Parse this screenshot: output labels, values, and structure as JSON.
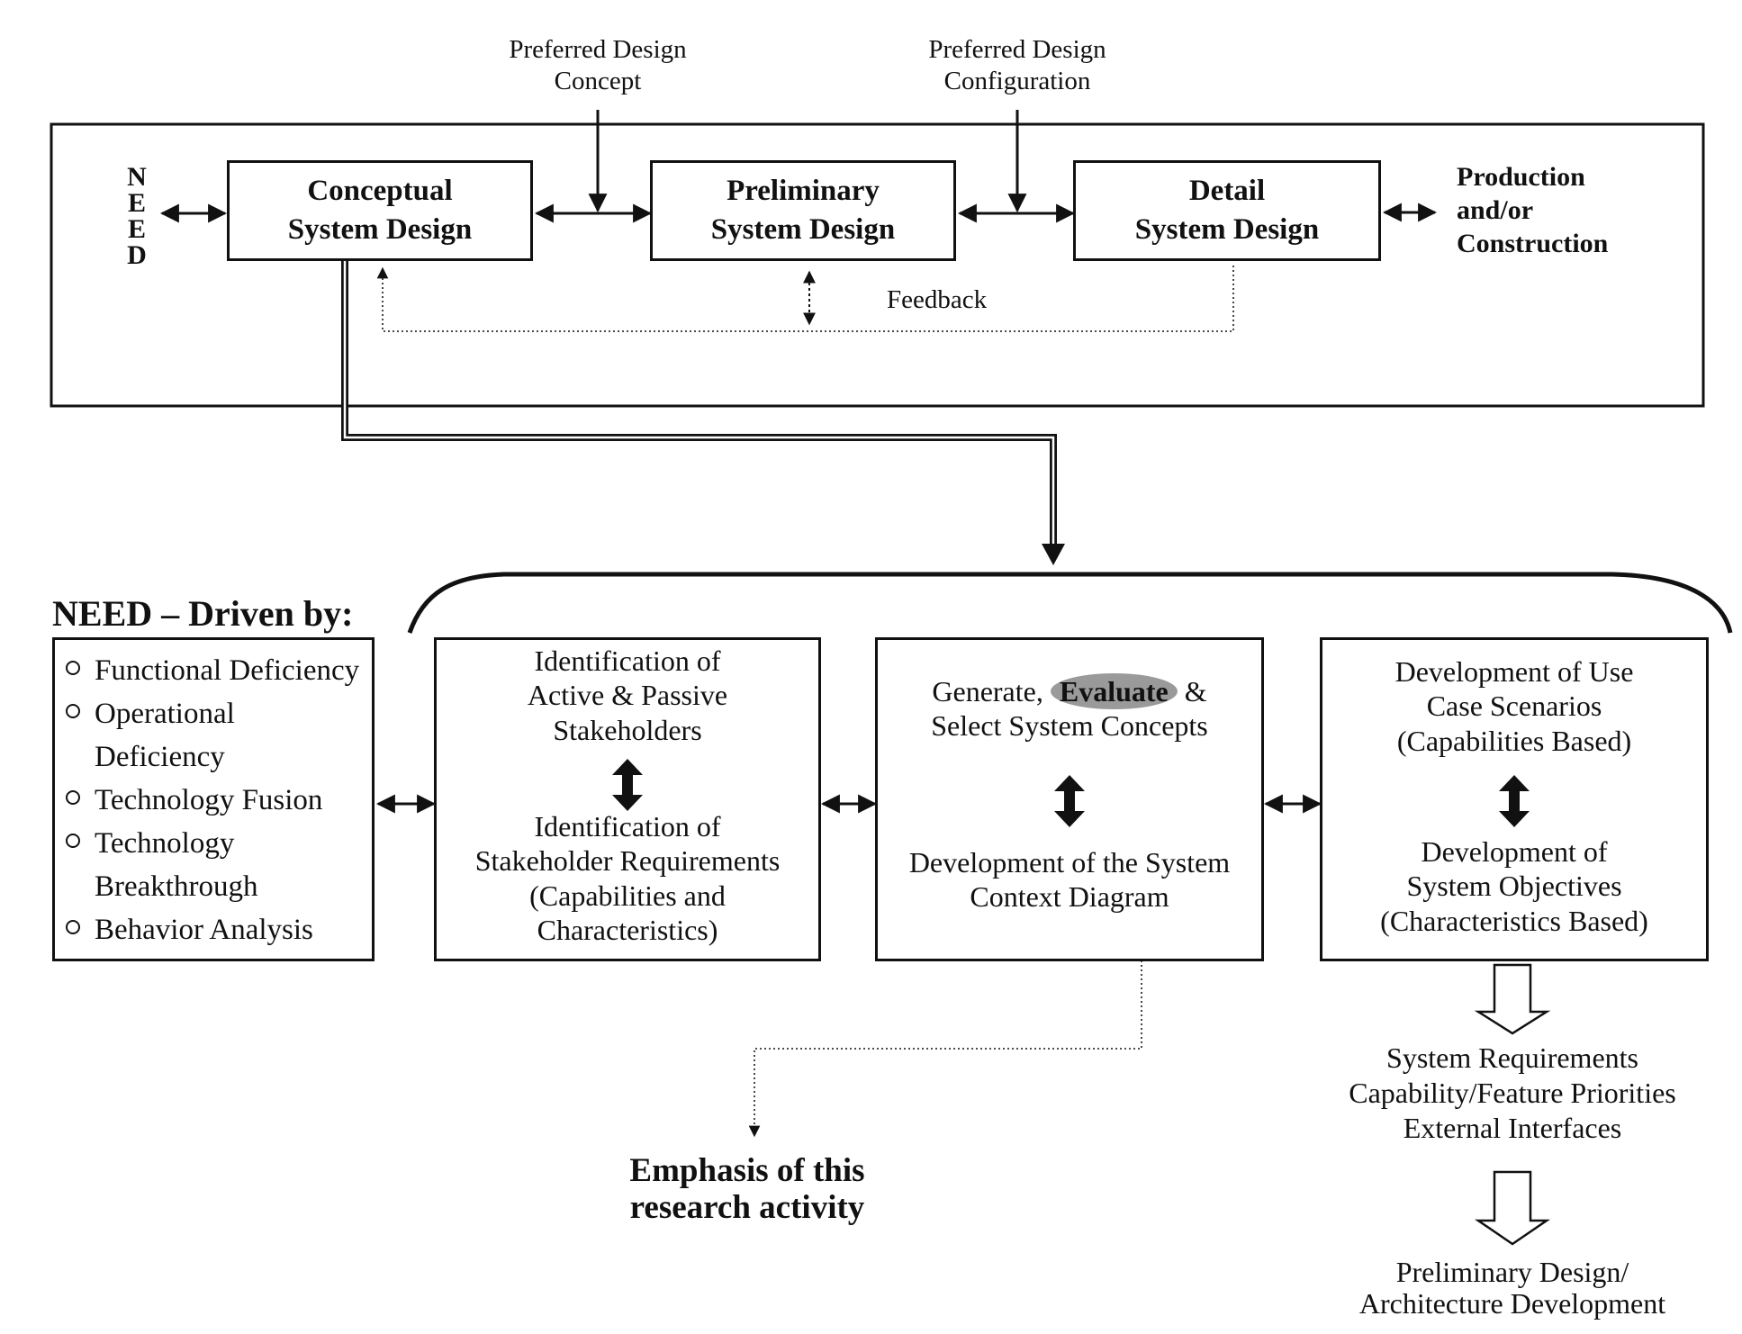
{
  "top_labels": {
    "preferred_concept": [
      "Preferred Design",
      "Concept"
    ],
    "preferred_configuration": [
      "Preferred Design",
      "Configuration"
    ]
  },
  "need_vertical": [
    "N",
    "E",
    "E",
    "D"
  ],
  "phases": {
    "conceptual": [
      "Conceptual",
      "System Design"
    ],
    "preliminary": [
      "Preliminary",
      "System Design"
    ],
    "detail": [
      "Detail",
      "System Design"
    ]
  },
  "production": [
    "Production",
    "and/or",
    "Construction"
  ],
  "feedback": "Feedback",
  "need_driven": {
    "title": "NEED – Driven by:",
    "items": [
      [
        "Functional Deficiency"
      ],
      [
        "Operational",
        "Deficiency"
      ],
      [
        "Technology Fusion"
      ],
      [
        "Technology",
        "Breakthrough"
      ],
      [
        "Behavior Analysis"
      ]
    ]
  },
  "stakeholders": {
    "top": [
      "Identification of",
      "Active & Passive",
      "Stakeholders"
    ],
    "bottom": [
      "Identification of",
      "Stakeholder Requirements",
      "(Capabilities and",
      "Characteristics)"
    ]
  },
  "concepts": {
    "top_line1_prefix": "Generate,",
    "top_line1_highlight": "Evaluate",
    "top_line1_suffix": "&",
    "top_line2": "Select System Concepts",
    "bottom": [
      "Development of the System",
      "Context Diagram"
    ]
  },
  "usecases": {
    "top": [
      "Development of Use",
      "Case Scenarios",
      "(Capabilities Based)"
    ],
    "bottom": [
      "Development of",
      "System Objectives",
      "(Characteristics Based)"
    ]
  },
  "outputs": {
    "requirements": [
      "System Requirements",
      "Capability/Feature Priorities",
      "External Interfaces"
    ],
    "preliminary": [
      "Preliminary Design/",
      "Architecture Development"
    ]
  },
  "emphasis": [
    "Emphasis of this",
    "research activity"
  ]
}
